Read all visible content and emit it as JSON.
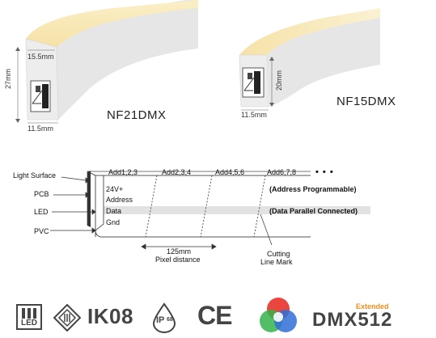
{
  "products": [
    {
      "model": "NF21DMX",
      "dims": {
        "top": "15.5mm",
        "height": "27mm",
        "bottom": "11.5mm"
      }
    },
    {
      "model": "NF15DMX",
      "dims": {
        "height": "20mm",
        "bottom": "11.5mm"
      }
    }
  ],
  "diagram": {
    "addresses": [
      "Add1,2,3",
      "Add2,3,4",
      "Add4,5,6",
      "Add6,7,8"
    ],
    "ellipsis": "• • •",
    "left_labels": {
      "light_surface": "Light Surface",
      "pcb": "PCB",
      "led": "LED",
      "pvc": "PVC"
    },
    "strip_labels": [
      "24V+",
      "Address",
      "Data",
      "Gnd"
    ],
    "notes": {
      "address": "(Address Programmable)",
      "data": "(Data Parallel Connected)"
    },
    "pixel_distance": {
      "value": "125mm",
      "label": "Pixel distance"
    },
    "cutting_mark": {
      "line1": "Cutting",
      "line2": "Line Mark"
    }
  },
  "certifications": {
    "led_text": "LED",
    "ik_text": "IK08",
    "ip_text": "IP",
    "ip_value": "68",
    "ce_text": "CE",
    "dmx_badge": "Extended",
    "dmx_text": "DMX512"
  },
  "colors": {
    "glow": "#f7e7b4",
    "body_grey": "#e4e4e4",
    "badge_orange": "#f28c1e",
    "cert_grey": "#444444",
    "data_bar": "#e2e2e2"
  }
}
